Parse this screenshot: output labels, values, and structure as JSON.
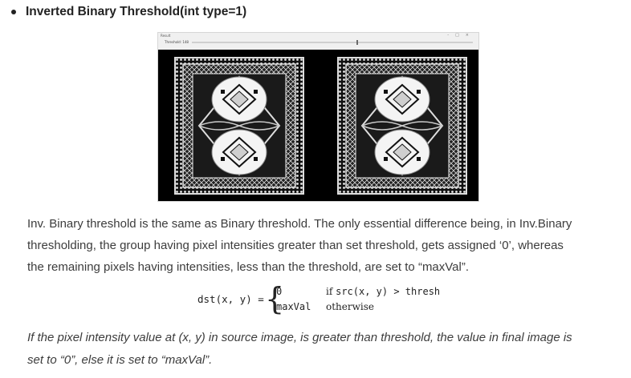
{
  "bullet": {
    "heading": "Inverted Binary Threshold(int type=1)"
  },
  "window": {
    "title": "Result",
    "trackbar_label": "Threshold: 148",
    "trackbar_fraction": 0.59,
    "controls": [
      "-",
      "□",
      "×"
    ]
  },
  "paragraph": {
    "line1": "Inv. Binary threshold is the same as Binary threshold. The only essential difference being, in Inv.Binary",
    "line2": "thresholding, the group having pixel intensities greater than set threshold, gets assigned ‘0’, whereas",
    "line3": "the remaining pixels having intensities, less than the threshold, are set to “maxVal”."
  },
  "formula": {
    "lhs": "dst(x, y) =",
    "case1_value": "0",
    "case1_cond_prefix": "if",
    "case1_cond_expr": "src(x, y) > thresh",
    "case2_value": "maxVal",
    "case2_cond": "otherwise"
  },
  "note": {
    "line1": "If the pixel intensity value at (x, y) in source image, is greater than threshold, the value in final image is",
    "line2": "set to “0”, else it is set to “maxVal”."
  }
}
